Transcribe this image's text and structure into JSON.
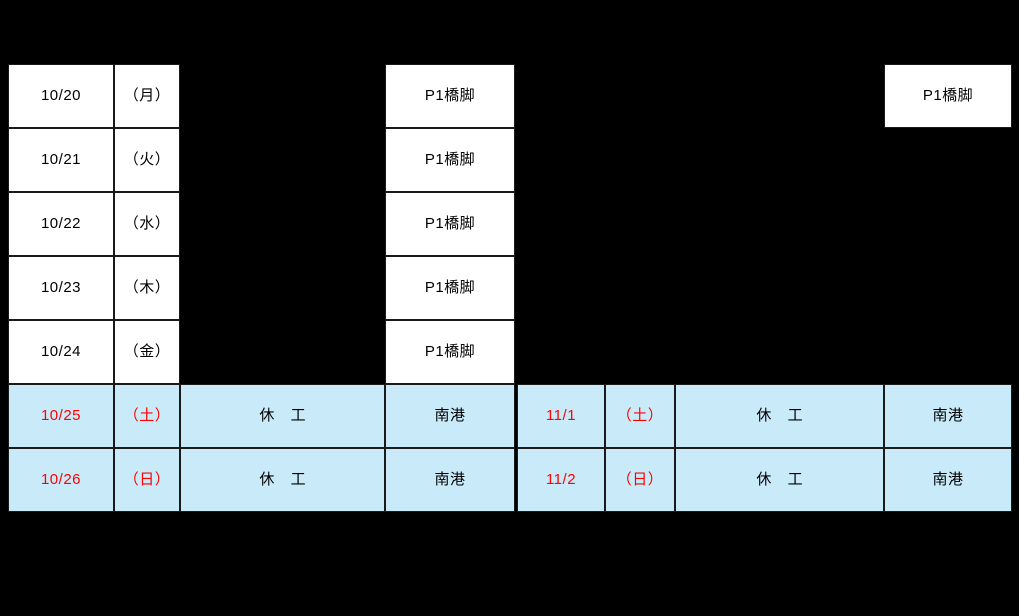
{
  "page": {
    "background_color": "#000000",
    "cell_fill_default": "#FFFFFF",
    "cell_fill_holiday": "#C9EAF9",
    "border_color": "#1A1A1A",
    "holiday_text_color": "#FF0000",
    "normal_text_color": "#000000"
  },
  "tables": [
    {
      "id": "left",
      "rows": [
        {
          "date": "10/20",
          "weekday": "（月）",
          "work": "",
          "location": "P1橋脚",
          "holiday": false,
          "show_date": true,
          "show_weekday": true,
          "show_work": false,
          "show_location": true
        },
        {
          "date": "10/21",
          "weekday": "（火）",
          "work": "",
          "location": "P1橋脚",
          "holiday": false,
          "show_date": true,
          "show_weekday": true,
          "show_work": false,
          "show_location": true
        },
        {
          "date": "10/22",
          "weekday": "（水）",
          "work": "",
          "location": "P1橋脚",
          "holiday": false,
          "show_date": true,
          "show_weekday": true,
          "show_work": false,
          "show_location": true
        },
        {
          "date": "10/23",
          "weekday": "（木）",
          "work": "",
          "location": "P1橋脚",
          "holiday": false,
          "show_date": true,
          "show_weekday": true,
          "show_work": false,
          "show_location": true
        },
        {
          "date": "10/24",
          "weekday": "（金）",
          "work": "",
          "location": "P1橋脚",
          "holiday": false,
          "show_date": true,
          "show_weekday": true,
          "show_work": false,
          "show_location": true
        },
        {
          "date": "10/25",
          "weekday": "（土）",
          "work": "休 工",
          "location": "南港",
          "holiday": true,
          "show_date": true,
          "show_weekday": true,
          "show_work": true,
          "show_location": true
        },
        {
          "date": "10/26",
          "weekday": "（日）",
          "work": "休 工",
          "location": "南港",
          "holiday": true,
          "show_date": true,
          "show_weekday": true,
          "show_work": true,
          "show_location": true
        }
      ]
    },
    {
      "id": "right",
      "rows": [
        {
          "date": "",
          "weekday": "",
          "work": "",
          "location": "P1橋脚",
          "holiday": false,
          "show_date": false,
          "show_weekday": false,
          "show_work": false,
          "show_location": true
        },
        {
          "date": "",
          "weekday": "",
          "work": "",
          "location": "",
          "holiday": false,
          "show_date": false,
          "show_weekday": false,
          "show_work": false,
          "show_location": false
        },
        {
          "date": "",
          "weekday": "",
          "work": "",
          "location": "",
          "holiday": false,
          "show_date": false,
          "show_weekday": false,
          "show_work": false,
          "show_location": false
        },
        {
          "date": "",
          "weekday": "",
          "work": "",
          "location": "",
          "holiday": false,
          "show_date": false,
          "show_weekday": false,
          "show_work": false,
          "show_location": false
        },
        {
          "date": "",
          "weekday": "",
          "work": "",
          "location": "",
          "holiday": false,
          "show_date": false,
          "show_weekday": false,
          "show_work": false,
          "show_location": false
        },
        {
          "date": "11/1",
          "weekday": "（土）",
          "work": "休 工",
          "location": "南港",
          "holiday": true,
          "show_date": true,
          "show_weekday": true,
          "show_work": true,
          "show_location": true
        },
        {
          "date": "11/2",
          "weekday": "（日）",
          "work": "休 工",
          "location": "南港",
          "holiday": true,
          "show_date": true,
          "show_weekday": true,
          "show_work": true,
          "show_location": true
        }
      ]
    }
  ]
}
